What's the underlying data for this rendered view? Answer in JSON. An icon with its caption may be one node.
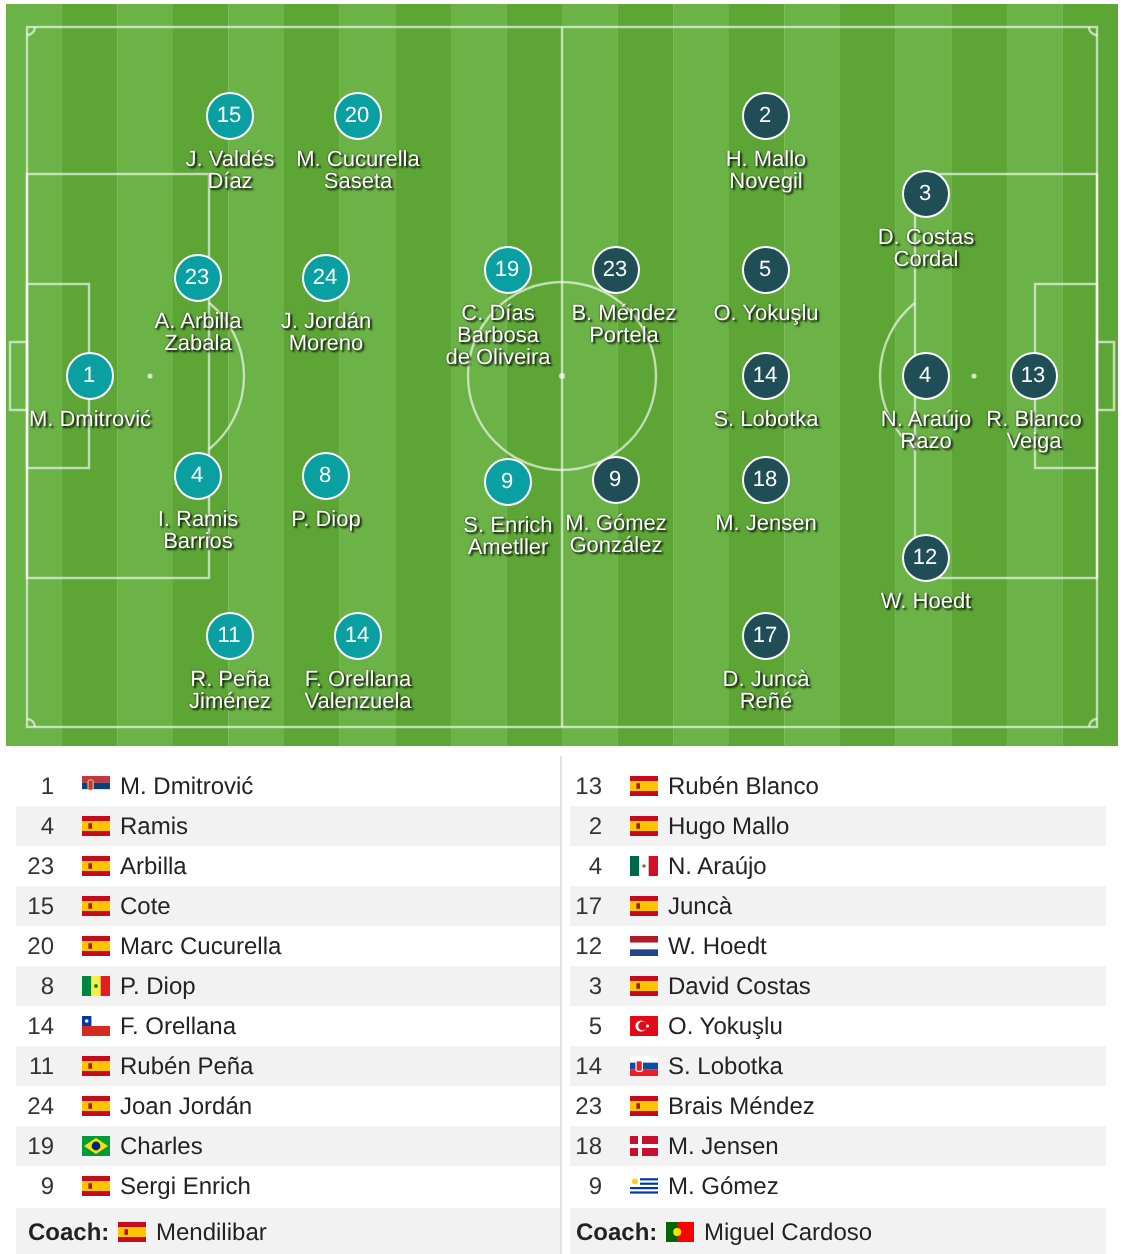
{
  "diagram": {
    "nodes": [
      {
        "text": [
          "1"
        ],
        "beside": [
          "M. Dmitrović"
        ]
      },
      {
        "text": [
          "23"
        ],
        "beside": [
          "A. Arbilla Zabala"
        ]
      },
      {
        "text": [
          "4"
        ],
        "beside": [
          "I. Ramis Barrios"
        ]
      },
      {
        "text": [
          "15"
        ],
        "beside": [
          "J. Valdés Díaz"
        ]
      },
      {
        "text": [
          "20"
        ],
        "beside": [
          "M. Cucurella Saseta"
        ]
      },
      {
        "text": [
          "24"
        ],
        "beside": [
          "J. Jordán Moreno"
        ]
      },
      {
        "text": [
          "8"
        ],
        "beside": [
          "P. Diop"
        ]
      },
      {
        "text": [
          "11"
        ],
        "beside": [
          "R. Peña Jiménez"
        ]
      },
      {
        "text": [
          "14"
        ],
        "beside": [
          "F. Orellana Valenzuela"
        ]
      },
      {
        "text": [
          "19"
        ],
        "beside": [
          "C. Días Barbosa de Oliveira"
        ]
      },
      {
        "text": [
          "9"
        ],
        "beside": [
          "S. Enrich Ametller"
        ]
      },
      {
        "text": [
          "23"
        ],
        "beside": [
          "B. Méndez Portela"
        ]
      },
      {
        "text": [
          "9"
        ],
        "beside": [
          "M. Gómez González"
        ]
      },
      {
        "text": [
          "2"
        ],
        "beside": [
          "H. Mallo Novegil"
        ]
      },
      {
        "text": [
          "5"
        ],
        "beside": [
          "O. Yokuşlu"
        ]
      },
      {
        "text": [
          "14"
        ],
        "beside": [
          "S. Lobotka"
        ]
      },
      {
        "text": [
          "18"
        ],
        "beside": [
          "M. Jensen"
        ]
      },
      {
        "text": [
          "17"
        ],
        "beside": [
          "D. Juncà Reñé"
        ]
      },
      {
        "text": [
          "3"
        ],
        "beside": [
          "D. Costas Cordal"
        ]
      },
      {
        "text": [
          "4"
        ],
        "beside": [
          "N. Araújo Razo"
        ]
      },
      {
        "text": [
          "12"
        ],
        "beside": [
          "W. Hoedt"
        ]
      },
      {
        "text": [
          "13"
        ],
        "beside": [
          "R. Blanco Veiga"
        ]
      }
    ],
    "labels": [
      "1",
      "M. Dmitrović",
      "4",
      "Ramis",
      "23",
      "Arbilla",
      "15",
      "Cote",
      "20",
      "Marc Cucurella",
      "8",
      "P. Diop",
      "14",
      "F. Orellana",
      "11",
      "Rubén Peña",
      "24",
      "Joan Jordán",
      "19",
      "Charles",
      "9",
      "Sergi Enrich",
      "Coach:",
      "Mendilibar",
      "13",
      "Rubén Blanco",
      "2",
      "Hugo Mallo",
      "4",
      "N. Araújo",
      "17",
      "Juncà",
      "12",
      "W. Hoedt",
      "3",
      "David Costas",
      "5",
      "O. Yokuşlu",
      "14",
      "S. Lobotka",
      "23",
      "Brais Méndez",
      "18",
      "M. Jensen",
      "9",
      "M. Gómez",
      "Coach:",
      "Miguel Cardoso"
    ]
  }
}
